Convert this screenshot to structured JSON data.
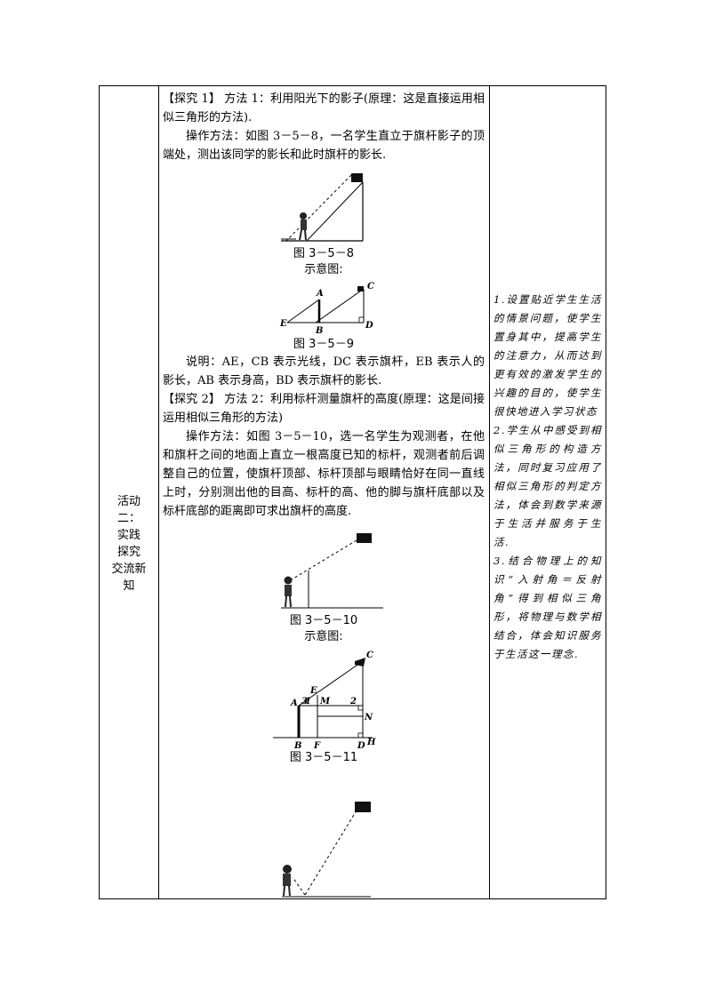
{
  "row_label": [
    "活动",
    "二：",
    "实践",
    "探究",
    "交流新",
    "知"
  ],
  "explore1": {
    "heading": "【探究 1】 方法 1：利用阳光下的影子(原理：这是直接运用相似三角形的方法).",
    "operation": "操作方法：如图 3－5－8，一名学生直立于旗杆影子的顶端处，测出该同学的影长和此时旗杆的影长.",
    "fig1_caption": "图 3－5－8",
    "schematic_label": "示意图:",
    "fig2_caption": "图 3－5－9",
    "explanation": "说明：AE，CB 表示光线，DC 表示旗杆，EB 表示人的影长，AB 表示身高，BD 表示旗杆的影长."
  },
  "explore2": {
    "heading": "【探究 2】 方法 2：利用标杆测量旗杆的高度(原理：这是间接运用相似三角形的方法)",
    "operation": "操作方法：如图 3－5－10，选一名学生为观测者，在他和旗杆之间的地面上直立一根高度已知的标杆，观测者前后调整自己的位置，使旗杆顶部、标杆顶部与眼睛恰好在同一直线上时，分别测出他的目高、标杆的高、他的脚与旗杆底部以及标杆底部的距离即可求出旗杆的高度.",
    "fig3_caption": "图 3－5－10",
    "schematic_label": "示意图:",
    "fig4_caption": "图 3－5－11"
  },
  "diagram_labels": {
    "fig9": {
      "A": "A",
      "B": "B",
      "C": "C",
      "D": "D",
      "E": "E"
    },
    "fig11": {
      "A": "A",
      "B": "B",
      "C": "C",
      "D": "D",
      "E": "E",
      "F": "F",
      "H": "H",
      "M": "M",
      "N": "N",
      "n1": "1",
      "n2": "2",
      "n3": "3"
    }
  },
  "notes": [
    "1.设置贴近学生生活的情景问题，使学生置身其中，提高学生的注意力，从而达到更有效的激发学生的兴趣的目的，使学生很快地进入学习状态",
    "2.学生从中感受到相似三角形的构造方法，同时复习应用了相似三角形的判定方法，体会到数学来源于生活并服务于生活.",
    "3.结合物理上的知识“入射角＝反射角”得到相似三角形，将物理与数学相结合，体会知识服务于生活这一理念."
  ]
}
